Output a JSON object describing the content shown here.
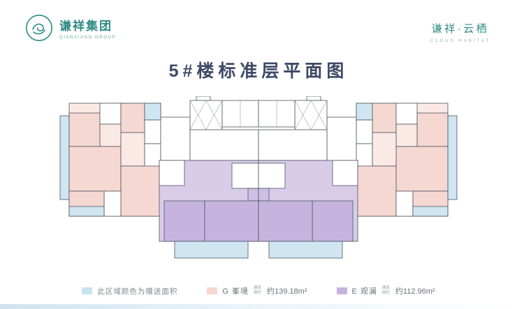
{
  "header": {
    "logo": {
      "name": "谦祥集团",
      "subtitle": "QIANXIANG GROUP"
    },
    "brand": {
      "name": "谦祥·云栖",
      "subtitle": "CLOUD HABITAT"
    }
  },
  "title": "5#楼标准层平面图",
  "legend": {
    "items": [
      {
        "label": "此区域颜色为赠送面积",
        "swatch_color": "#c7e3f0"
      },
      {
        "name": "G 峯境",
        "area_label": "建筑面积",
        "area": "约139.18m²",
        "swatch_color": "#f6d8d2"
      },
      {
        "name": "E 观澜",
        "area_label": "建筑面积",
        "area": "约112.96m²",
        "swatch_color": "#c5b3dd"
      }
    ]
  },
  "colors": {
    "brand_teal": "#2e8b84",
    "title_navy": "#3d4a66",
    "gift_area_blue": "#c7e3f0",
    "unit_g_pink": "#f6d8d2",
    "unit_e_purple": "#c5b3dd",
    "wall_line": "#4d5360"
  }
}
